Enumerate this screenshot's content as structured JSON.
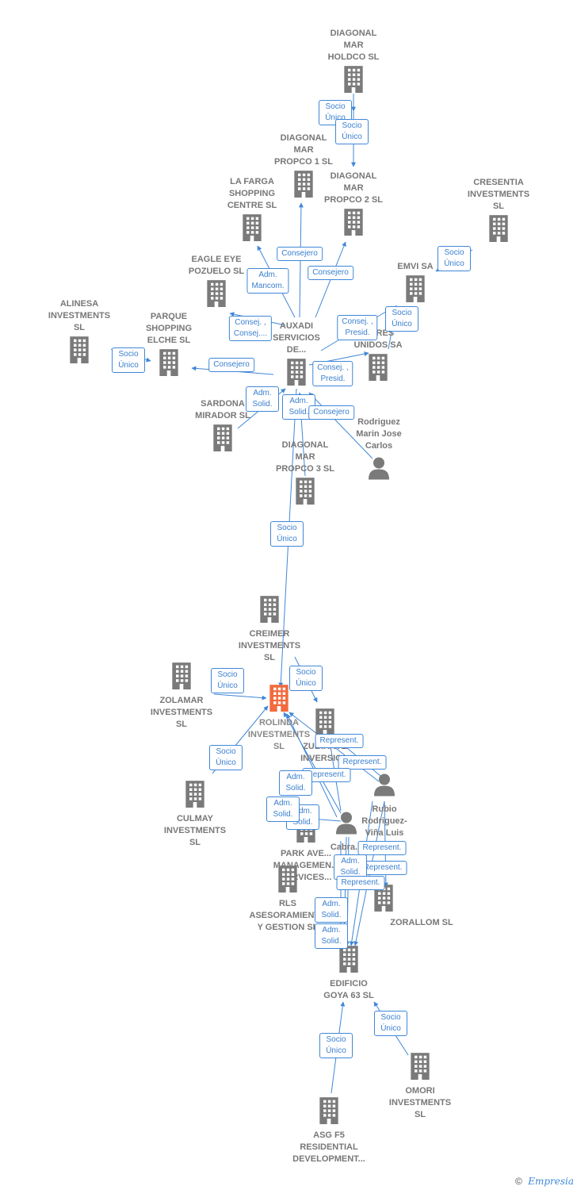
{
  "colors": {
    "accent": "#3f87d8",
    "node": "#7a7a7a",
    "focus": "#f26a3d",
    "edge": "#3f87d8"
  },
  "nodes": [
    {
      "id": "dmh",
      "label": "DIAGONAL\nMAR\nHOLDCO  SL",
      "type": "company"
    },
    {
      "id": "dmp1",
      "label": "DIAGONAL\nMAR\nPROPCO 1  SL",
      "type": "company"
    },
    {
      "id": "dmp2",
      "label": "DIAGONAL\nMAR\nPROPCO 2  SL",
      "type": "company"
    },
    {
      "id": "lafarga",
      "label": "LA FARGA\nSHOPPING\nCENTRE SL",
      "type": "company"
    },
    {
      "id": "cresentia",
      "label": "CRESENTIA\nINVESTMENTS\nSL",
      "type": "company"
    },
    {
      "id": "eagle",
      "label": "EAGLE EYE\nPOZUELO  SL",
      "type": "company"
    },
    {
      "id": "emvi",
      "label": "EMVI SA",
      "type": "company"
    },
    {
      "id": "alinesa",
      "label": "ALINESA\nINVESTMENTS\nSL",
      "type": "company"
    },
    {
      "id": "parque",
      "label": "PARQUE\nSHOPPING\nELCHE SL",
      "type": "company"
    },
    {
      "id": "auxadi",
      "label": "AUXADI\nSERVICIOS\nDE...",
      "type": "company"
    },
    {
      "id": "unidos",
      "label": "...ORES\nUNIDOS SA",
      "type": "company"
    },
    {
      "id": "sardona",
      "label": "SARDONA\nMIRADOR SL",
      "type": "company"
    },
    {
      "id": "rodriguez",
      "label": "Rodriguez\nMarin Jose\nCarlos",
      "type": "person"
    },
    {
      "id": "dmp3",
      "label": "DIAGONAL\nMAR\nPROPCO 3  SL",
      "type": "company"
    },
    {
      "id": "creimer",
      "label": "CREIMER\nINVESTMENTS\nSL",
      "type": "company"
    },
    {
      "id": "zolamar",
      "label": "ZOLAMAR\nINVESTMENTS\nSL",
      "type": "company"
    },
    {
      "id": "rolinda",
      "label": "ROLINDA\nINVESTMENTS\nSL",
      "type": "focus"
    },
    {
      "id": "zubiarte",
      "label": "ZUBIARTE\nINVERSIO...",
      "type": "company"
    },
    {
      "id": "rubio",
      "label": "Rubio\nRodriguez-\nViña Luis",
      "type": "person"
    },
    {
      "id": "culmay",
      "label": "CULMAY\nINVESTMENTS\nSL",
      "type": "company"
    },
    {
      "id": "cabra",
      "label": "Cabra...\nMa...",
      "type": "person"
    },
    {
      "id": "parkave",
      "label": "PARK AVE...\nMANAGEMEN...\nSERVICES...",
      "type": "company"
    },
    {
      "id": "rls",
      "label": "RLS\nASESORAMIENTO\nY GESTION  SL",
      "type": "company"
    },
    {
      "id": "zorallom",
      "label": "ZORALLOM SL",
      "type": "company"
    },
    {
      "id": "goya",
      "label": "EDIFICIO\nGOYA 63 SL",
      "type": "company"
    },
    {
      "id": "omori",
      "label": "OMORI\nINVESTMENTS\nSL",
      "type": "company"
    },
    {
      "id": "asg",
      "label": "ASG F5\nRESIDENTIAL\nDEVELOPMENT...",
      "type": "company"
    }
  ],
  "edges": [
    {
      "from": "dmh",
      "to": "dmp1",
      "label": "Socio\nÚnico"
    },
    {
      "from": "dmh",
      "to": "dmp2",
      "label": "Socio\nÚnico"
    },
    {
      "from": "cresentia",
      "to": "emvi",
      "label": "Socio\nÚnico"
    },
    {
      "from": "auxadi",
      "to": "dmp1",
      "label": "Consejero"
    },
    {
      "from": "auxadi",
      "to": "dmp2",
      "label": "Consejero"
    },
    {
      "from": "auxadi",
      "to": "lafarga",
      "label": "Adm.\nMancom."
    },
    {
      "from": "auxadi",
      "to": "eagle",
      "label": "Consej. ,\nConsej...."
    },
    {
      "from": "auxadi",
      "to": "emvi",
      "label": "Consej. ,\nPresid."
    },
    {
      "from": "auxadi",
      "to": "parque",
      "label": "Consejero"
    },
    {
      "from": "unidos",
      "to": "emvi",
      "label": "Socio\nÚnico"
    },
    {
      "from": "alinesa",
      "to": "parque",
      "label": "Socio\nÚnico"
    },
    {
      "from": "auxadi",
      "to": "unidos",
      "label": "Consej. ,\nPresid."
    },
    {
      "from": "rodriguez",
      "to": "auxadi",
      "label": "Adm.\nSolid."
    },
    {
      "from": "sardona",
      "to": "auxadi",
      "label": "Adm.\nSolid."
    },
    {
      "from": "dmp3",
      "to": "auxadi",
      "label": "Consejero"
    },
    {
      "from": "auxadi",
      "to": "rolinda",
      "label": "Socio\nÚnico"
    },
    {
      "from": "creimer",
      "to": "zubiarte",
      "label": "Socio\nÚnico"
    },
    {
      "from": "zolamar",
      "to": "rolinda",
      "label": "Socio\nÚnico"
    },
    {
      "from": "culmay",
      "to": "rolinda",
      "label": "Socio\nÚnico"
    },
    {
      "from": "rubio",
      "to": "zubiarte",
      "label": "Represent."
    },
    {
      "from": "rubio",
      "to": "rolinda",
      "label": "Represent."
    },
    {
      "from": "cabra",
      "to": "zubiarte",
      "label": "Represent."
    },
    {
      "from": "cabra",
      "to": "rolinda",
      "label": "Adm.\nSolid."
    },
    {
      "from": "cabra",
      "to": "rolinda",
      "label": "Adm.\nSolid."
    },
    {
      "from": "cabra",
      "to": "parkave",
      "label": "Adm.\nSolid."
    },
    {
      "from": "rubio",
      "to": "zorallom",
      "label": "Represent."
    },
    {
      "from": "rubio",
      "to": "goya",
      "label": "Represent."
    },
    {
      "from": "rubio",
      "to": "goya",
      "label": "Adm.\nSolid."
    },
    {
      "from": "cabra",
      "to": "goya",
      "label": "Represent."
    },
    {
      "from": "cabra",
      "to": "goya",
      "label": "Adm.\nSolid."
    },
    {
      "from": "cabra",
      "to": "goya",
      "label": "Adm.\nSolid."
    },
    {
      "from": "omori",
      "to": "goya",
      "label": "Socio\nÚnico"
    },
    {
      "from": "asg",
      "to": "goya",
      "label": "Socio\nÚnico"
    }
  ],
  "footer": {
    "copyright": "©",
    "brand": "Empresia"
  }
}
